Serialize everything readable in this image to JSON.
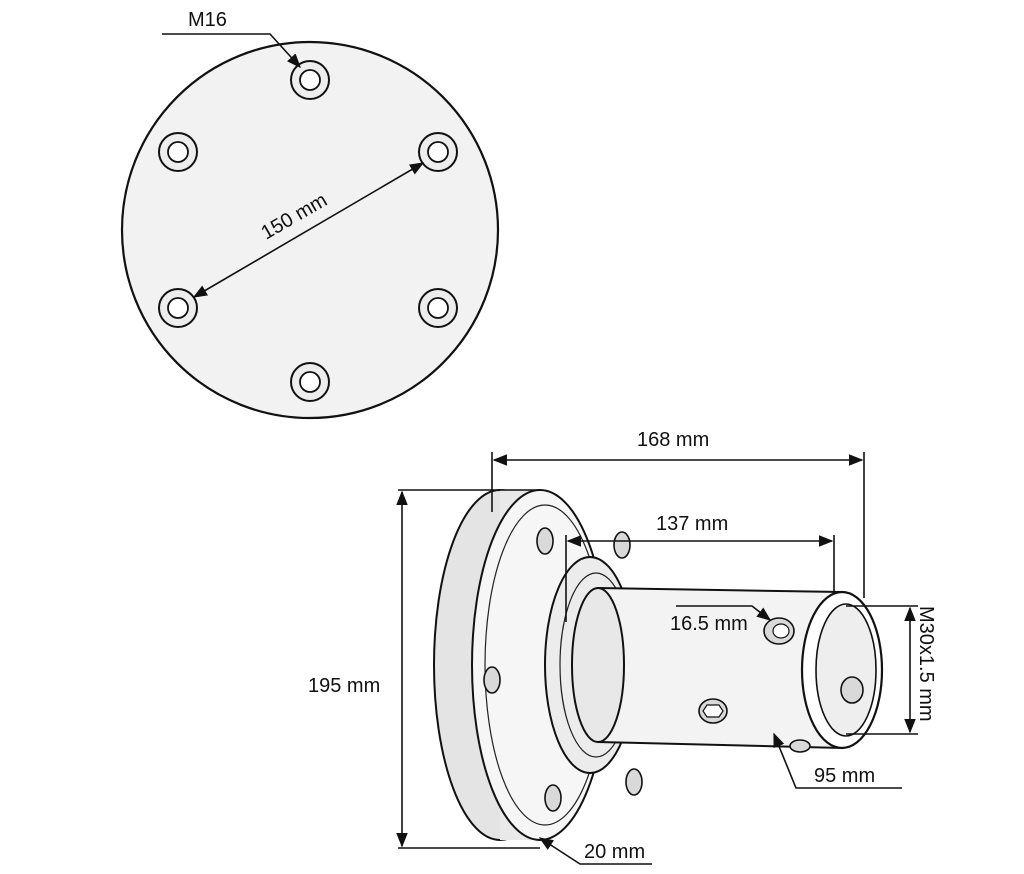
{
  "top_view": {
    "thread_label": "M16",
    "bolt_circle_label": "150 mm"
  },
  "side_view": {
    "overall_length_label": "168 mm",
    "tube_length_label": "137 mm",
    "flange_diameter_label": "195 mm",
    "side_hole_label": "16.5 mm",
    "bore_thread_label": "M30x1.5 mm",
    "tube_diameter_label": "95 mm",
    "flange_thickness_label": "20 mm"
  }
}
